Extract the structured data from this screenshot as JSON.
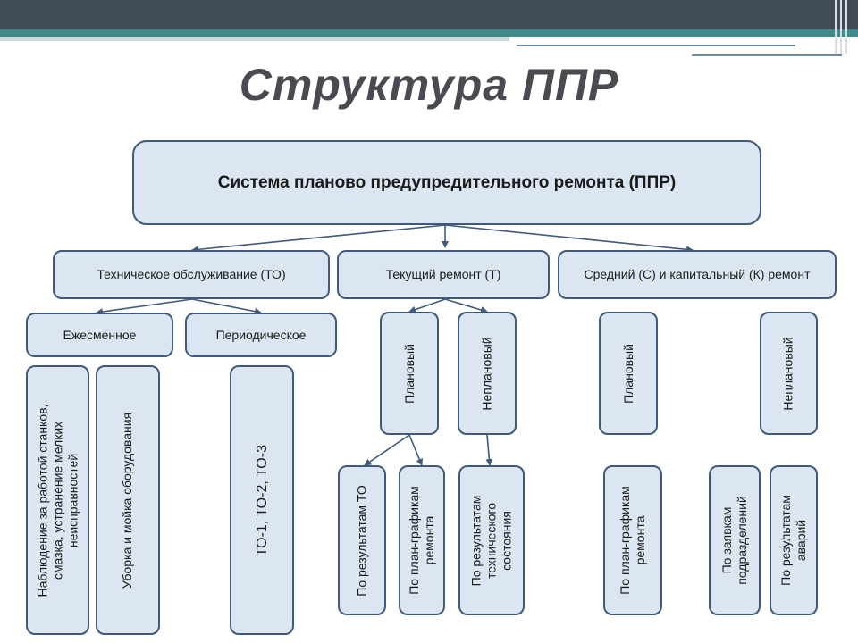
{
  "title": "Структура ППР",
  "root": "Система планово предупредительного ремонта (ППР)",
  "level1": {
    "to": "Техническое обслуживание (ТО)",
    "tr": "Текущий ремонт (Т)",
    "sk": "Средний (С) и капитальный (К) ремонт"
  },
  "to_types": {
    "monthly": "Ежесменное",
    "periodic": "Периодическое"
  },
  "to_leaves": {
    "observe": [
      "Наблюдение за работой станков,",
      "смазка, устранение мелких",
      "неисправностей"
    ],
    "clean": [
      "Уборка и мойка оборудования"
    ],
    "periodic": [
      "ТО-1, ТО-2, ТО-3"
    ]
  },
  "tr_types": {
    "planned": "Плановый",
    "unplanned": "Неплановый"
  },
  "tr_leaves": {
    "by_to": [
      "По результатам ТО"
    ],
    "by_plan": [
      "По план-графикам",
      "ремонта"
    ],
    "by_state": [
      "По результатам",
      "технического",
      "состояния"
    ]
  },
  "sk_types": {
    "planned": "Плановый",
    "unplanned": "Неплановый"
  },
  "sk_leaves": {
    "by_plan": [
      "По план-графикам",
      "ремонта"
    ],
    "by_requests": [
      "По заявкам",
      "подразделений"
    ],
    "by_accidents": [
      "По результатам",
      "аварий"
    ]
  }
}
